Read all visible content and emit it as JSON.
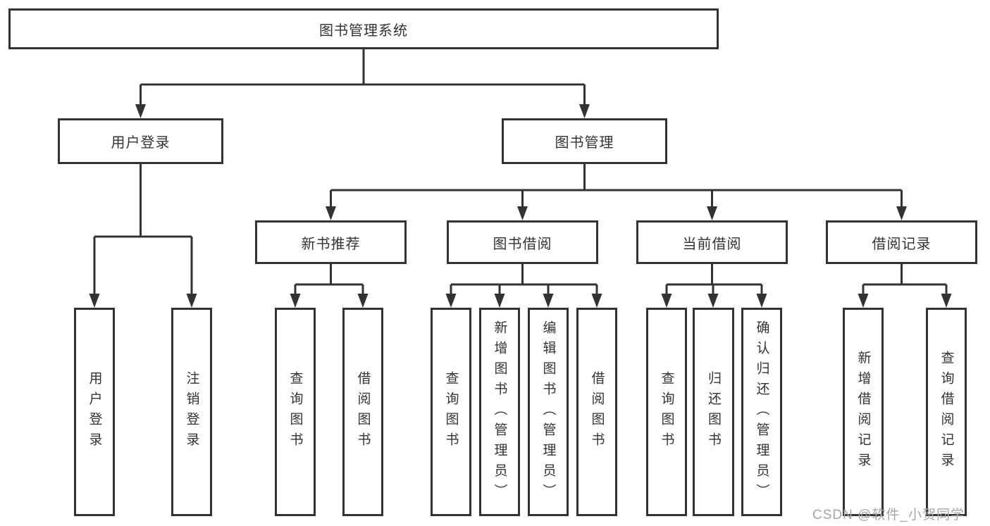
{
  "diagram": {
    "type": "hierarchy-tree",
    "orientation": "top-down"
  },
  "tree": {
    "label": "图书管理系统",
    "children": [
      {
        "label": "用户登录",
        "children": [
          {
            "label": "用户登录"
          },
          {
            "label": "注销登录"
          }
        ]
      },
      {
        "label": "图书管理",
        "children": [
          {
            "label": "新书推荐",
            "children": [
              {
                "label": "查询图书"
              },
              {
                "label": "借阅图书"
              }
            ]
          },
          {
            "label": "图书借阅",
            "children": [
              {
                "label": "查询图书"
              },
              {
                "label": "新增图书（管理员）"
              },
              {
                "label": "编辑图书（管理员）"
              },
              {
                "label": "借阅图书"
              }
            ]
          },
          {
            "label": "当前借阅",
            "children": [
              {
                "label": "查询图书"
              },
              {
                "label": "归还图书"
              },
              {
                "label": "确认归还（管理员）"
              }
            ]
          },
          {
            "label": "借阅记录",
            "children": [
              {
                "label": "新增借阅记录"
              },
              {
                "label": "查询借阅记录"
              }
            ]
          }
        ]
      }
    ]
  },
  "watermark": {
    "text": "CSDN @软件_小贺同学"
  },
  "colors": {
    "line": "#333333",
    "box_border": "#333333",
    "box_fill": "#ffffff",
    "text": "#333333",
    "watermark": "#a6a6a6",
    "background": "#ffffff"
  }
}
